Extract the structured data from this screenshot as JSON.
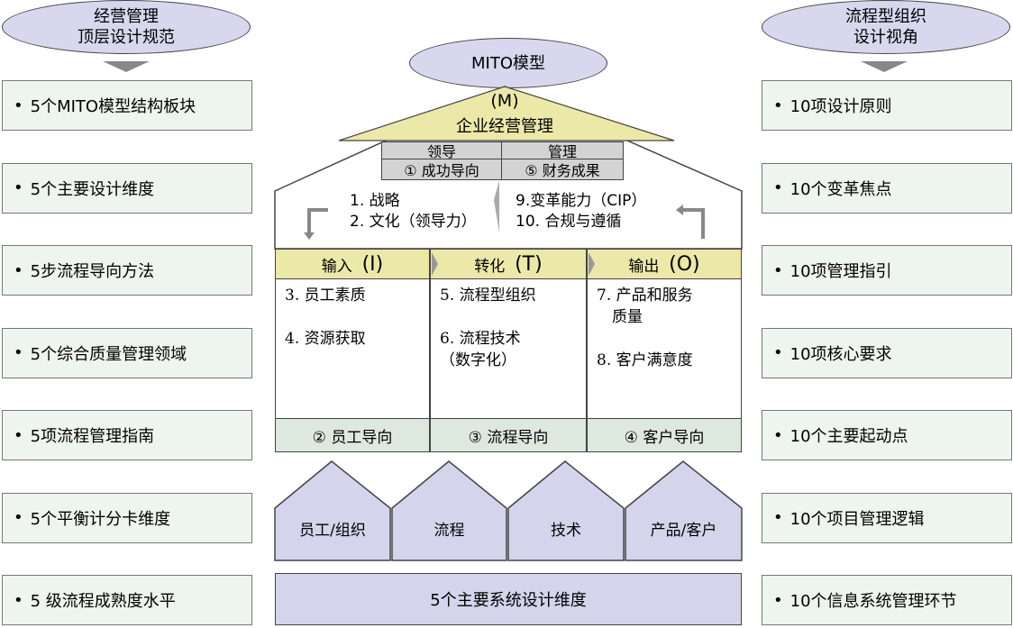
{
  "left_header": {
    "line1": "经营管理",
    "line2": "顶层设计规范"
  },
  "right_header": {
    "line1": "流程型组织",
    "line2": "设计视角"
  },
  "center_header": "MITO模型",
  "left_items": [
    "5个MITO模型结构板块",
    "5个主要设计维度",
    "5步流程导向方法",
    "5个综合质量管理领域",
    "5项流程管理指南",
    "5个平衡计分卡维度",
    "5 级流程成熟度水平"
  ],
  "right_items": [
    "10项设计原则",
    "10个变革焦点",
    "10项管理指引",
    "10项核心要求",
    "10个主要起动点",
    "10个项目管理逻辑",
    "10个信息系统管理环节"
  ],
  "bullet": "•",
  "roof": {
    "m_label": "(M)",
    "m_title": "企业经营管理",
    "lead_title": "领导",
    "lead_item": "① 成功导向",
    "manage_title": "管理",
    "manage_item": "⑤ 财务成果",
    "left_list": [
      "1. 战略",
      "2. 文化（领导力）"
    ],
    "right_list": [
      "9.变革能力（CIP）",
      "10. 合规与遵循"
    ]
  },
  "columns": [
    {
      "head": "输入",
      "letter": "(I)",
      "body": [
        "3. 员工素质",
        "",
        "4. 资源获取"
      ],
      "foot": "② 员工导向"
    },
    {
      "head": "转化",
      "letter": "(T)",
      "body": [
        "5. 流程型组织",
        "",
        "6. 流程技术",
        "（数字化）"
      ],
      "foot": "③ 流程导向"
    },
    {
      "head": "输出",
      "letter": "(O)",
      "body": [
        "7. 产品和服务",
        "　质量",
        "",
        "8. 客户满意度"
      ],
      "foot": "④ 客户导向"
    }
  ],
  "houses": [
    "员工/组织",
    "流程",
    "技术",
    "产品/客户"
  ],
  "base": "5个主要系统设计维度",
  "colors": {
    "ellipse": "#d9d7ee",
    "side_box": "#eef4ee",
    "roof": "#ece8a8",
    "header_cell": "#d3d3d3",
    "house": "#d5d4ec",
    "foot": "#dde8de"
  }
}
